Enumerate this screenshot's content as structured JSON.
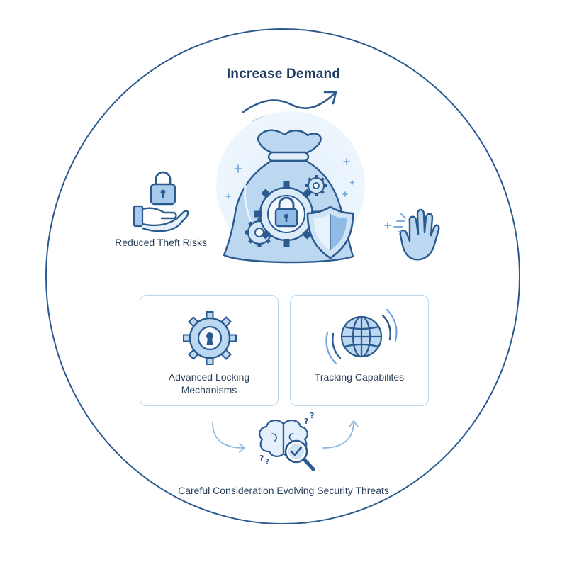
{
  "diagram": {
    "title": "Increase Demand",
    "left_label": "Reduced Theft Risks",
    "cards": [
      {
        "label": "Advanced Locking Mechanisms",
        "icon": "gear-keyhole-icon"
      },
      {
        "label": "Tracking Capabilites",
        "icon": "globe-signal-icon"
      }
    ],
    "bottom_label": "Careful Consideration Evolving Security Threats",
    "icons": {
      "center": "money-bag-icon",
      "left": "hand-lock-icon",
      "right": "hand-wave-icon",
      "bottom": "brain-magnifier-icon"
    },
    "colors": {
      "primary": "#2a5a90",
      "light_fill": "#bcd7f0",
      "accent": "#4a86c5",
      "card_border": "#b9d6ef"
    }
  }
}
